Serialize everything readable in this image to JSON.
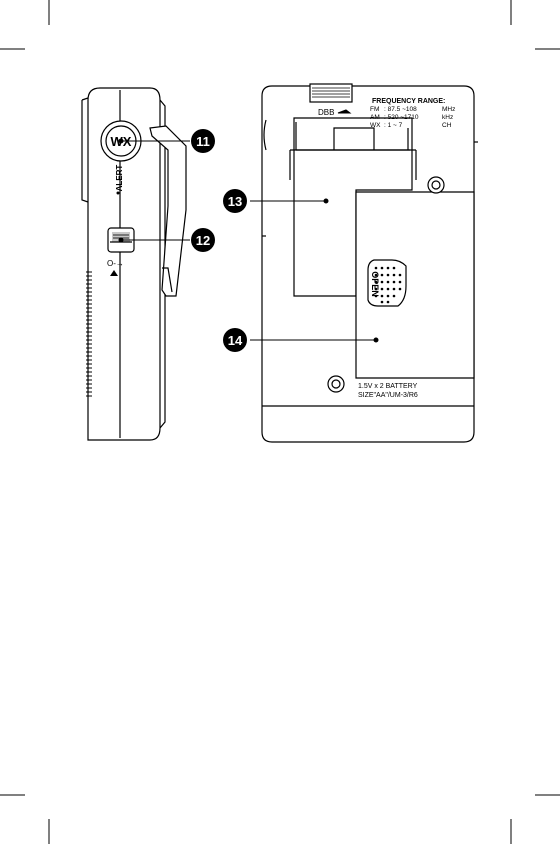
{
  "callouts": {
    "c11": "11",
    "c12": "12",
    "c13": "13",
    "c14": "14"
  },
  "side_view": {
    "wx_button": "WX",
    "alert_label": "ALERT",
    "lock_symbol": "O-→"
  },
  "back_view": {
    "dbb_label": "DBB",
    "freq_title": "FREQUENCY RANGE:",
    "fm_band": "FM",
    "fm_range": ": 87.5 ~108",
    "fm_unit": "MHz",
    "am_band": "AM",
    "am_range": ": 520 ~1710",
    "am_unit": "kHz",
    "wx_band": "WX",
    "wx_range": ": 1 ~ 7",
    "wx_unit": "CH",
    "open_label": "OPEN",
    "battery_line1": "1.5V x 2  BATTERY",
    "battery_line2": "SIZE\"AA\"/UM-3/R6"
  },
  "colors": {
    "ink": "#000000",
    "paper": "#ffffff",
    "grip": "#c8c8c8"
  }
}
